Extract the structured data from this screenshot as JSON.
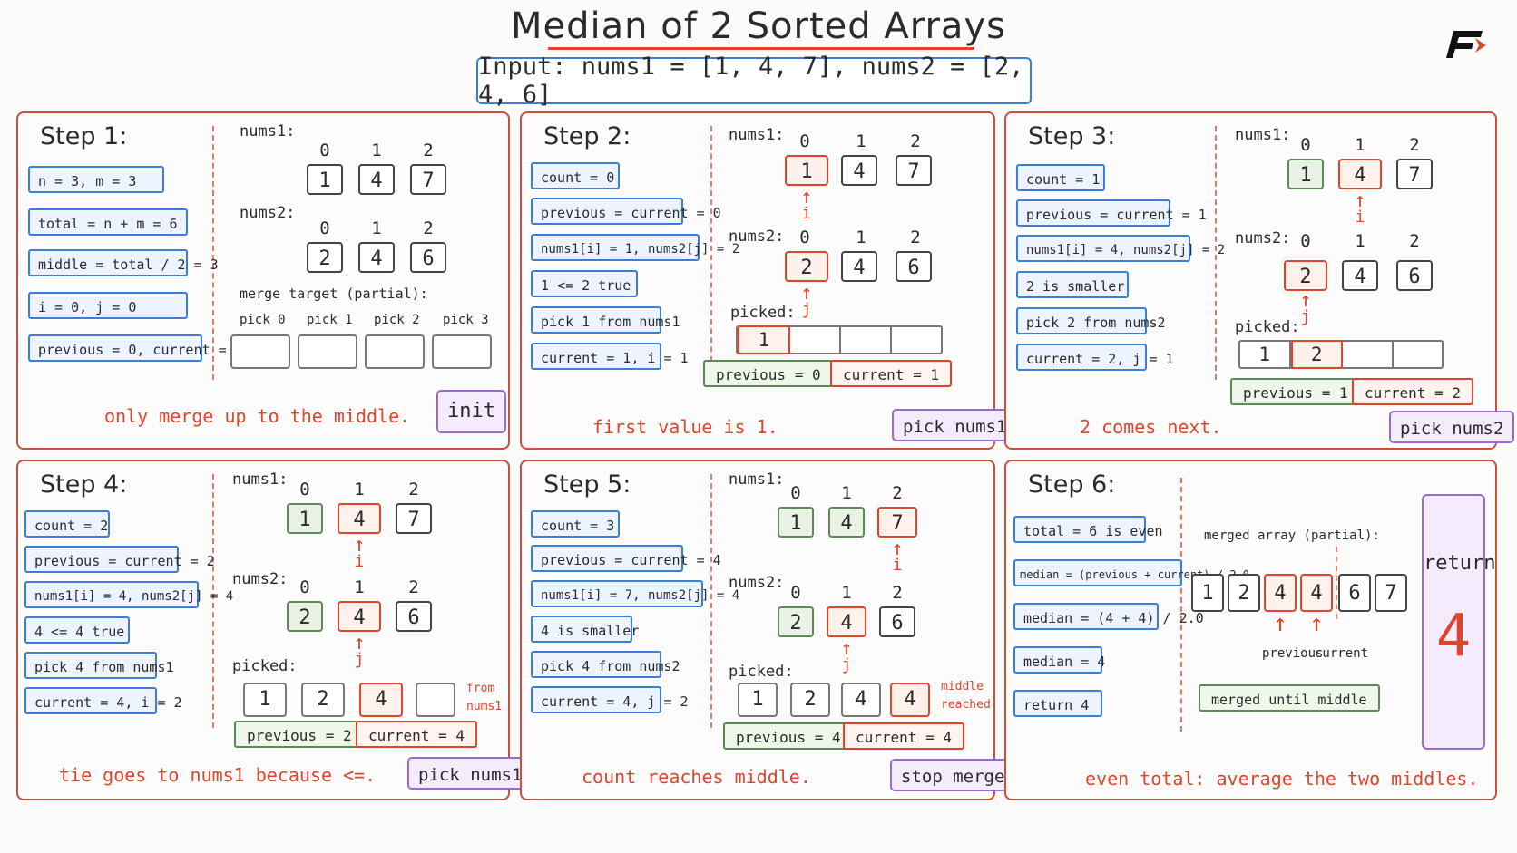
{
  "title": "Median of 2 Sorted Arrays",
  "input": "Input:  nums1 = [1, 4, 7], nums2 = [2, 4, 6]",
  "labels": {
    "nums1": "nums1:",
    "nums2": "nums2:",
    "picked": "picked:"
  },
  "indices": [
    "0",
    "1",
    "2"
  ],
  "step1": {
    "title": "Step 1:",
    "chips": [
      "n = 3, m = 3",
      "total = n + m = 6",
      "middle = total / 2 = 3",
      "i = 0, j = 0",
      "previous = 0, current = 0"
    ],
    "nums1": [
      "1",
      "4",
      "7"
    ],
    "nums2": [
      "2",
      "4",
      "6"
    ],
    "merge_label": "merge target (partial):",
    "picks": [
      "pick 0",
      "pick 1",
      "pick 2",
      "pick 3"
    ],
    "note": "only merge up to the middle.",
    "action": "init"
  },
  "step2": {
    "title": "Step 2:",
    "chips": [
      "count = 0",
      "previous = current = 0",
      "nums1[i] = 1, nums2[j] = 2",
      "1 <= 2 true",
      "pick 1 from nums1",
      "current = 1, i = 1"
    ],
    "nums1": [
      "1",
      "4",
      "7"
    ],
    "nums2": [
      "2",
      "4",
      "6"
    ],
    "ptr_i": "i",
    "ptr_j": "j",
    "picked": [
      "1",
      "",
      "",
      ""
    ],
    "previous": "previous = 0",
    "current": "current = 1",
    "note": "first value is 1.",
    "action": "pick nums1"
  },
  "step3": {
    "title": "Step 3:",
    "chips": [
      "count = 1",
      "previous = current = 1",
      "nums1[i] = 4, nums2[j] = 2",
      "2 is smaller",
      "pick 2 from nums2",
      "current = 2, j = 1"
    ],
    "nums1": [
      "1",
      "4",
      "7"
    ],
    "nums2": [
      "2",
      "4",
      "6"
    ],
    "ptr_i": "i",
    "ptr_j": "j",
    "picked": [
      "1",
      "2",
      "",
      ""
    ],
    "previous": "previous = 1",
    "current": "current = 2",
    "note": "2 comes next.",
    "action": "pick nums2"
  },
  "step4": {
    "title": "Step 4:",
    "chips": [
      "count = 2",
      "previous = current = 2",
      "nums1[i] = 4, nums2[j] = 4",
      "4 <= 4 true",
      "pick 4 from nums1",
      "current = 4, i = 2"
    ],
    "nums1": [
      "1",
      "4",
      "7"
    ],
    "nums2": [
      "2",
      "4",
      "6"
    ],
    "ptr_i": "i",
    "ptr_j": "j",
    "picked": [
      "1",
      "2",
      "4",
      ""
    ],
    "side_note": [
      "from",
      "nums1"
    ],
    "previous": "previous = 2",
    "current": "current = 4",
    "note": "tie goes to nums1 because <=.",
    "action": "pick nums1"
  },
  "step5": {
    "title": "Step 5:",
    "chips": [
      "count = 3",
      "previous = current = 4",
      "nums1[i] = 7, nums2[j] = 4",
      "4 is smaller",
      "pick 4 from nums2",
      "current = 4, j = 2"
    ],
    "nums1": [
      "1",
      "4",
      "7"
    ],
    "nums2": [
      "2",
      "4",
      "6"
    ],
    "ptr_i": "i",
    "ptr_j": "j",
    "picked": [
      "1",
      "2",
      "4",
      "4"
    ],
    "side_note": [
      "middle",
      "reached"
    ],
    "previous": "previous = 4",
    "current": "current = 4",
    "note": "count reaches middle.",
    "action": "stop merge"
  },
  "step6": {
    "title": "Step 6:",
    "chips": [
      "total = 6 is even",
      "median = (previous + current) / 2.0",
      "median = (4 + 4) / 2.0",
      "median = 4",
      "return 4"
    ],
    "merged_label": "merged array (partial):",
    "merged": [
      "1",
      "2",
      "4",
      "4",
      "6",
      "7"
    ],
    "previous_label": "previous",
    "current_label": "current",
    "merged_tag": "merged until middle",
    "return_label": "return",
    "return_value": "4",
    "note": "even total: average the two middles."
  },
  "colors": {
    "accent": "#e0452b",
    "blue": "#3b7dd8",
    "green": "#5b8a55",
    "purple": "#9b6ad0"
  }
}
